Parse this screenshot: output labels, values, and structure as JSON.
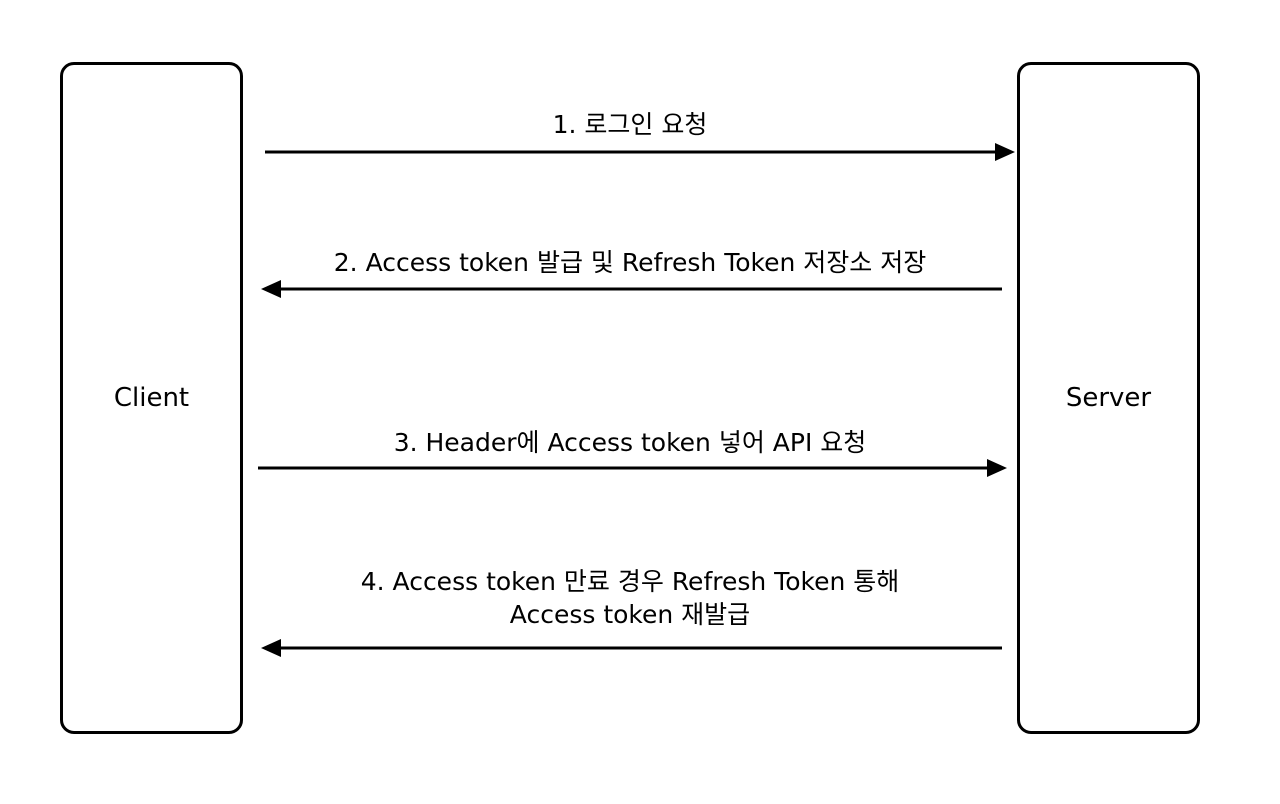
{
  "actors": {
    "client": "Client",
    "server": "Server"
  },
  "messages": [
    {
      "lines": [
        "1. 로그인 요청"
      ],
      "direction": "client-to-server"
    },
    {
      "lines": [
        "2. Access token 발급 및 Refresh Token 저장소 저장"
      ],
      "direction": "server-to-client"
    },
    {
      "lines": [
        "3. Header에 Access token 넣어 API 요청"
      ],
      "direction": "client-to-server"
    },
    {
      "lines": [
        "4. Access token 만료 경우 Refresh Token 통해",
        "Access token 재발급"
      ],
      "direction": "server-to-client"
    }
  ],
  "colors": {
    "stroke": "#000000",
    "background": "#ffffff"
  }
}
